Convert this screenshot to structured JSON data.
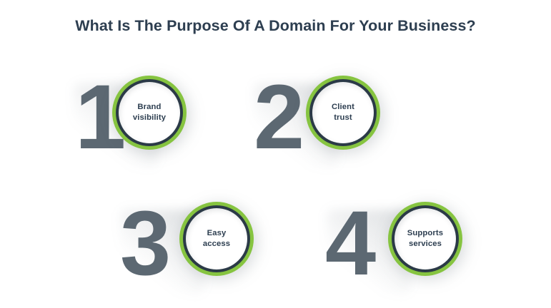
{
  "page": {
    "title": "What Is The Purpose Of A Domain For Your Business?",
    "background_color": "#ffffff",
    "title_color": "#2d3e50"
  },
  "theme": {
    "green_ring": "#86c440",
    "navy_ring": "#2b3a47",
    "numeral_gray": "#5c6872",
    "label_color": "#2d3e50",
    "circle_fill": "#ffffff"
  },
  "items": [
    {
      "number": "1",
      "label": "Brand\nvisibility",
      "label_line1": "Brand",
      "label_line2": "visibility"
    },
    {
      "number": "2",
      "label": "Client\ntrust",
      "label_line1": "Client",
      "label_line2": "trust"
    },
    {
      "number": "3",
      "label": "Easy\naccess",
      "label_line1": "Easy",
      "label_line2": "access"
    },
    {
      "number": "4",
      "label": "Supports\nservices",
      "label_line1": "Supports",
      "label_line2": "services"
    }
  ]
}
